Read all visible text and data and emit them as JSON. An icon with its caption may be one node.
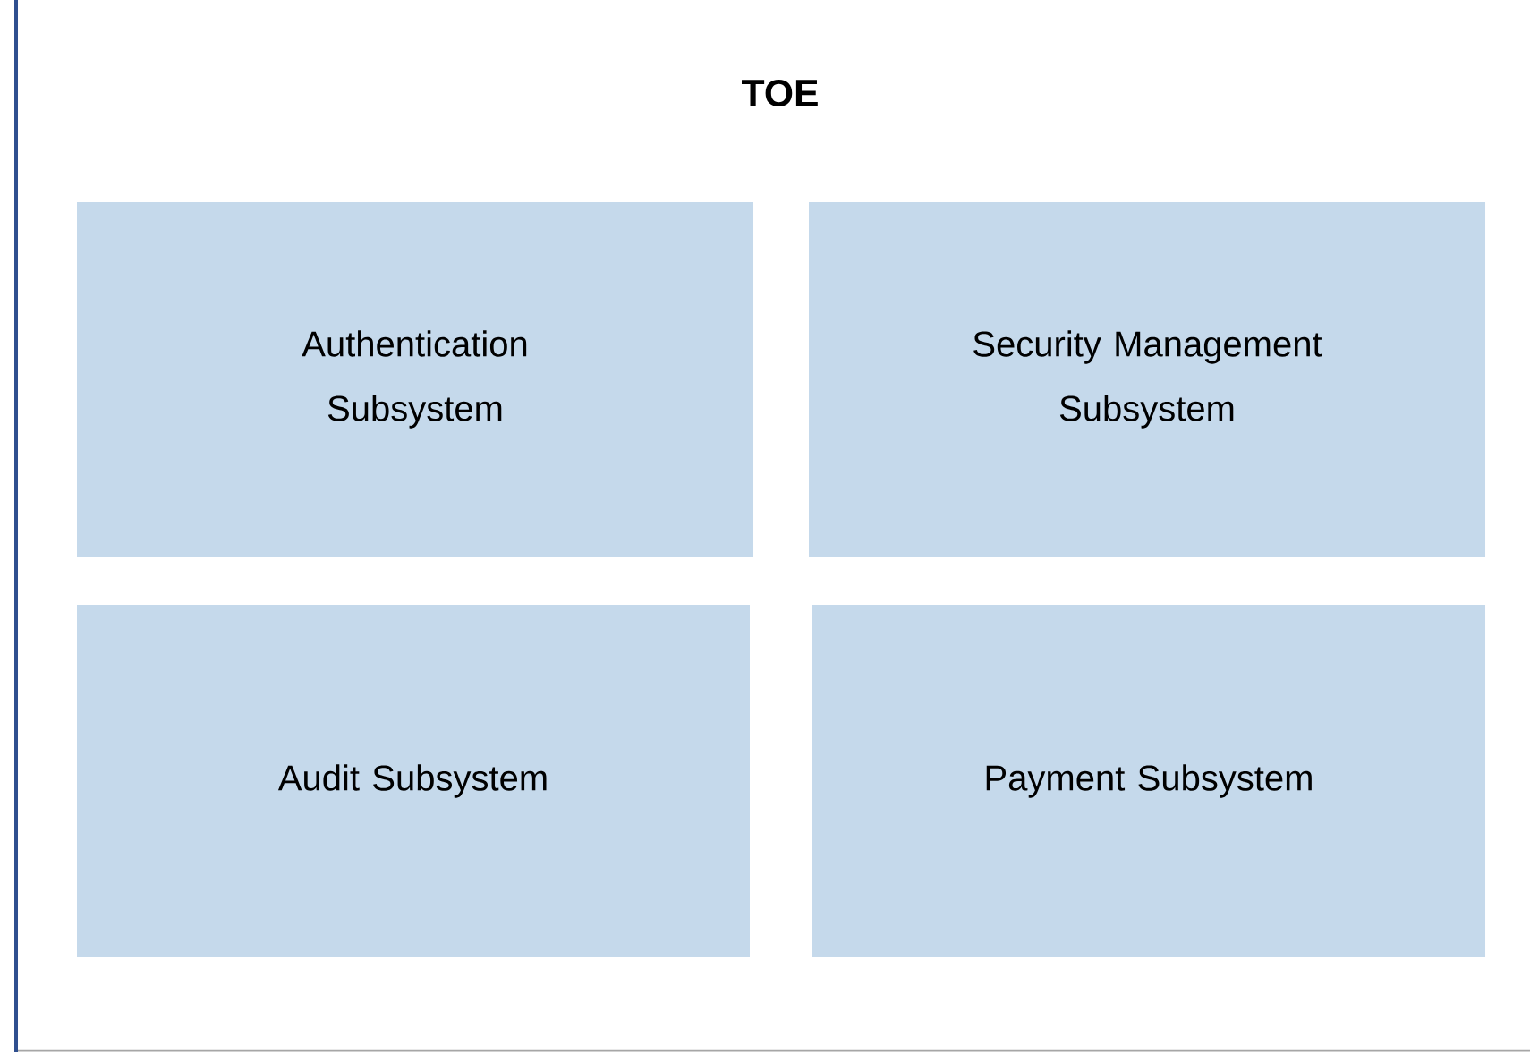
{
  "diagram": {
    "nodes": [
      {
        "text": [
          "TOE"
        ]
      },
      {
        "text": [
          "Authentication Subsystem"
        ],
        "in": 0
      },
      {
        "text": [
          "Security Management Subsystem"
        ],
        "in": 0
      },
      {
        "text": [
          "Audit Subsystem"
        ],
        "in": 0
      },
      {
        "text": [
          "Payment Subsystem"
        ],
        "in": 0
      }
    ]
  }
}
